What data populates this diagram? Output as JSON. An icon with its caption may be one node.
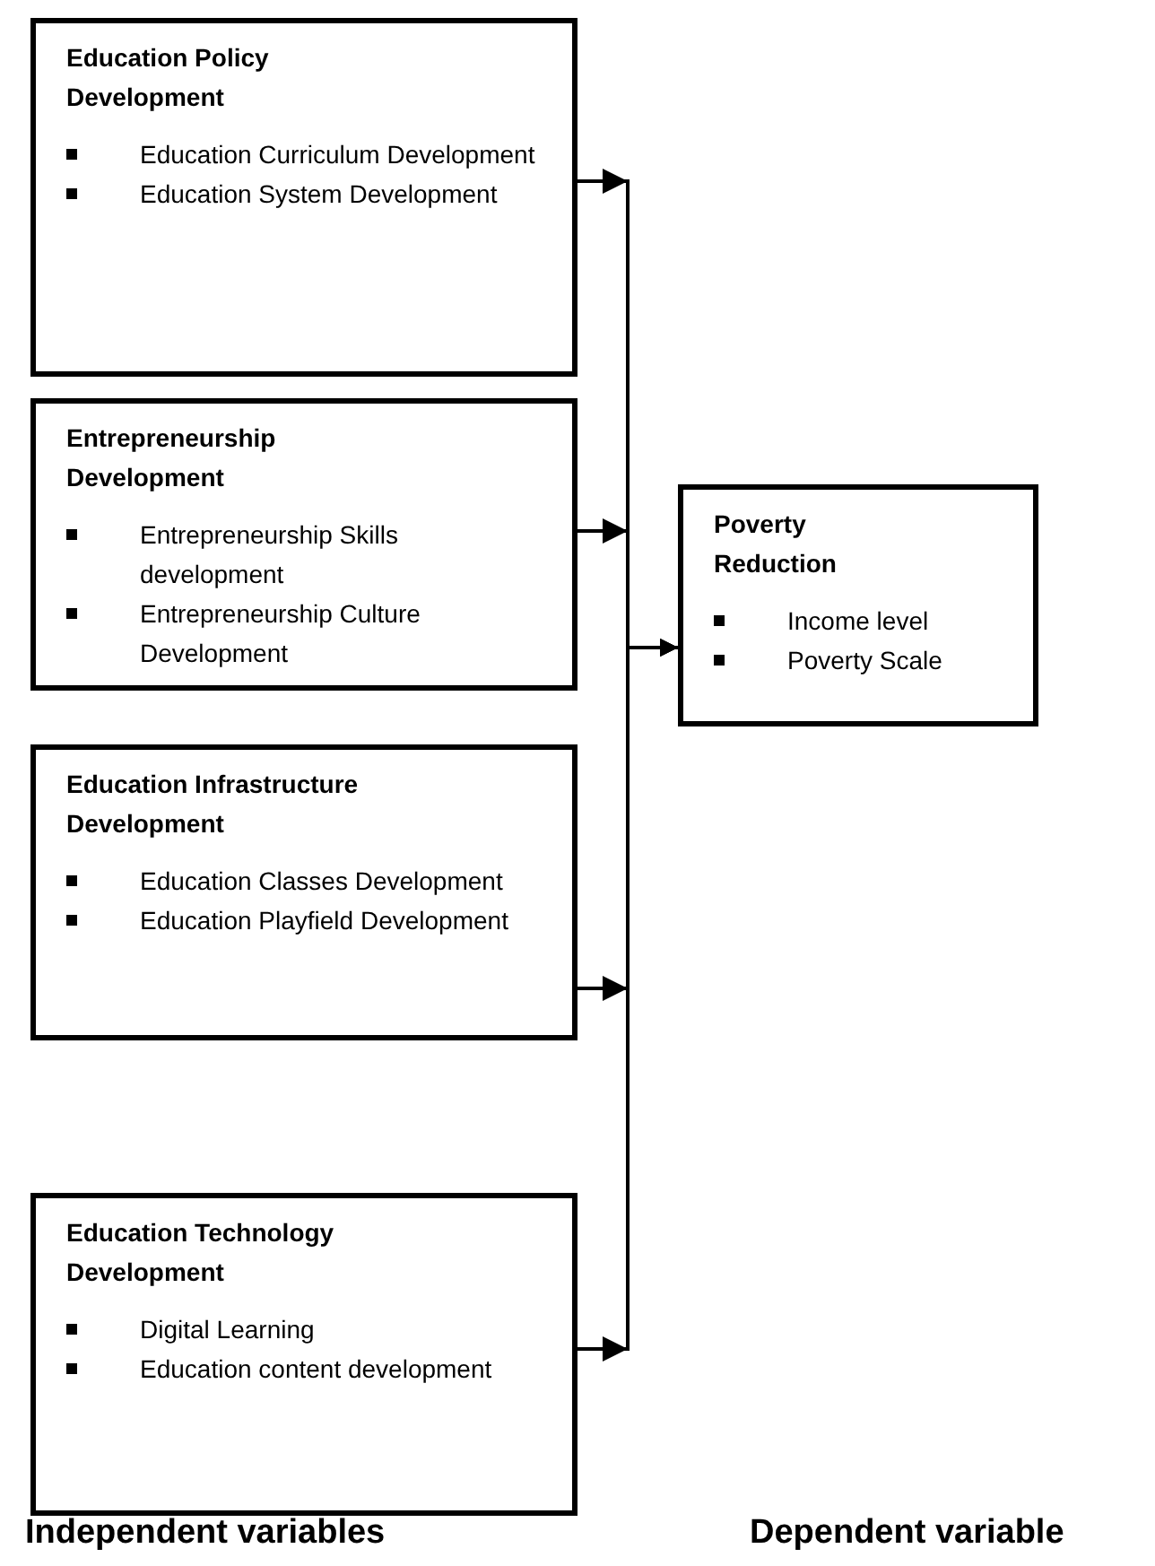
{
  "diagram": {
    "nodes": [
      {
        "text": [
          "Education Policy Development",
          "Education Curriculum Development",
          "Education System Development"
        ]
      },
      {
        "text": [
          "Entrepreneurship Development",
          "Entrepreneurship Skills development",
          "Entrepreneurship Culture Development"
        ]
      },
      {
        "text": [
          "Education Infrastructure Development",
          "Education Classes Development",
          "Education Playfield Development"
        ]
      },
      {
        "text": [
          "Education Technology Development",
          "Digital Learning",
          "Education content development"
        ]
      },
      {
        "text": [
          "Poverty Reduction",
          "Income level",
          "Poverty Scale"
        ]
      }
    ],
    "edges": [
      {
        "from": 0,
        "to": 4,
        "arrow": "to"
      },
      {
        "from": 1,
        "to": 4,
        "arrow": "to"
      },
      {
        "from": 2,
        "to": 4,
        "arrow": "to"
      },
      {
        "from": 3,
        "to": 4,
        "arrow": "to"
      }
    ],
    "labels": [
      "Independent variables",
      "Dependent variable"
    ]
  }
}
